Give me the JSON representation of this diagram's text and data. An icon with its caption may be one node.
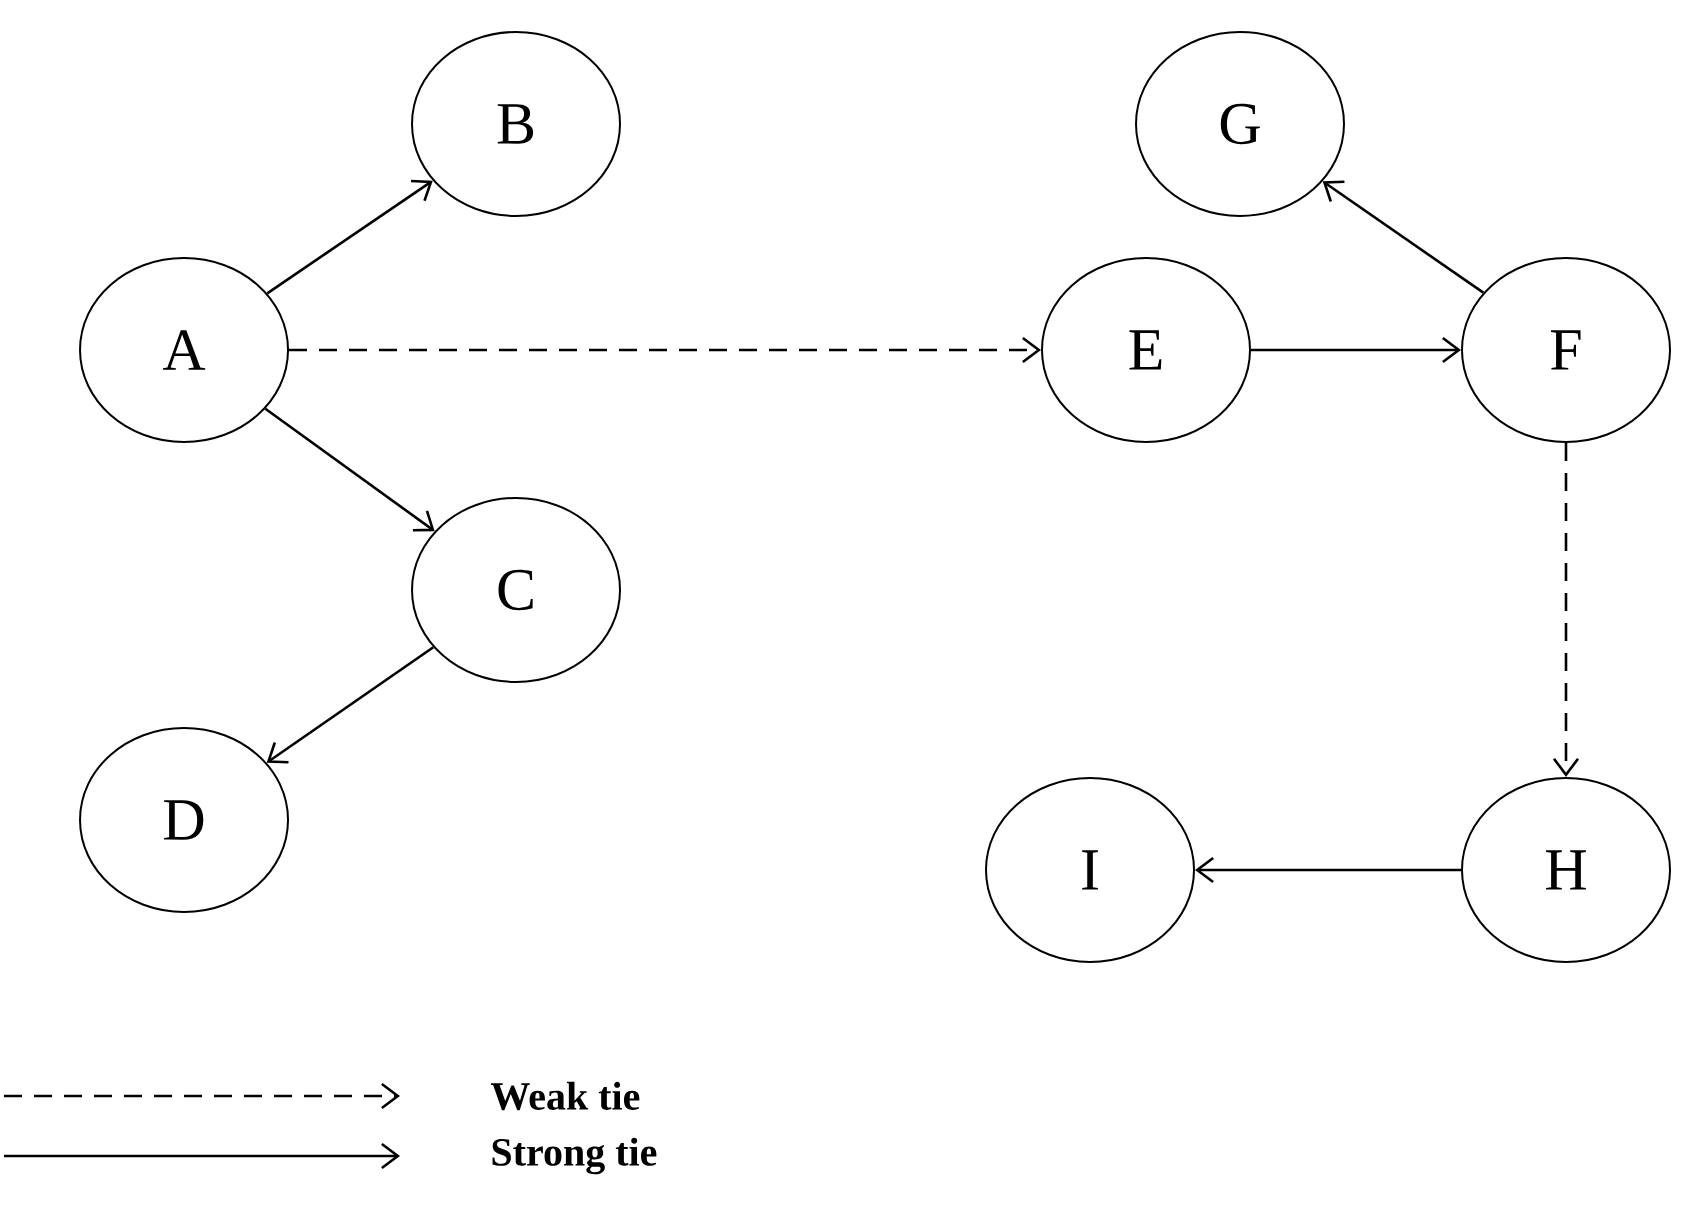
{
  "diagram": {
    "nodes": [
      {
        "text": [
          "A"
        ]
      },
      {
        "text": [
          "B"
        ]
      },
      {
        "text": [
          "C"
        ]
      },
      {
        "text": [
          "D"
        ]
      },
      {
        "text": [
          "G"
        ]
      },
      {
        "text": [
          "E"
        ]
      },
      {
        "text": [
          "F"
        ]
      },
      {
        "text": [
          "I"
        ]
      },
      {
        "text": [
          "H"
        ]
      }
    ],
    "edges": [
      {
        "from": 0,
        "to": 1,
        "arrow": "to"
      },
      {
        "from": 0,
        "to": 2,
        "arrow": "to"
      },
      {
        "from": 2,
        "to": 3,
        "arrow": "to"
      },
      {
        "from": 0,
        "to": 5,
        "arrow": "to",
        "style": "dashed"
      },
      {
        "from": 5,
        "to": 6,
        "arrow": "to"
      },
      {
        "from": 6,
        "to": 4,
        "arrow": "to"
      },
      {
        "from": 6,
        "to": 8,
        "arrow": "to",
        "style": "dashed"
      },
      {
        "from": 8,
        "to": 7,
        "arrow": "to"
      }
    ],
    "legend": [
      {
        "text": "Weak tie"
      },
      {
        "text": "Strong tie"
      }
    ]
  }
}
